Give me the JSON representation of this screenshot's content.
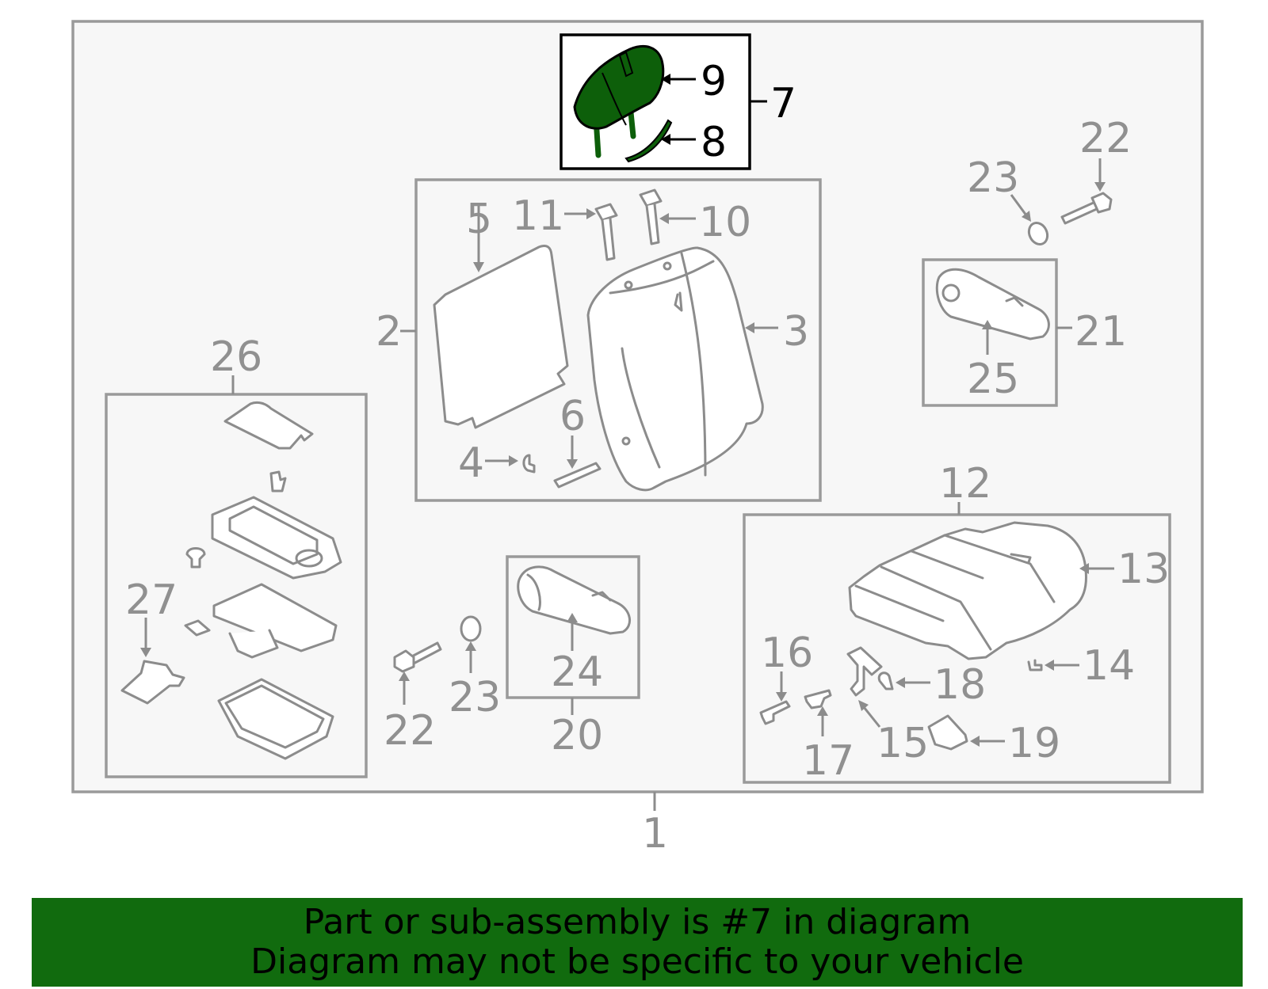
{
  "colors": {
    "highlight": "#0d5f0a",
    "banner": "#116b0e",
    "line": "#8c8c8c",
    "panel": "#f7f7f7"
  },
  "callouts": {
    "c1": "1",
    "c2": "2",
    "c3": "3",
    "c4": "4",
    "c5": "5",
    "c6": "6",
    "c7": "7",
    "c8": "8",
    "c9": "9",
    "c10": "10",
    "c11": "11",
    "c12": "12",
    "c13": "13",
    "c14": "14",
    "c15": "15",
    "c16": "16",
    "c17": "17",
    "c18": "18",
    "c19": "19",
    "c20": "20",
    "c21": "21",
    "c22a": "22",
    "c22b": "22",
    "c23a": "23",
    "c23b": "23",
    "c24": "24",
    "c25": "25",
    "c26": "26",
    "c27": "27"
  },
  "banner": {
    "line1": "Part or sub-assembly is #7 in diagram",
    "line2": "Diagram may not be specific to your vehicle"
  }
}
